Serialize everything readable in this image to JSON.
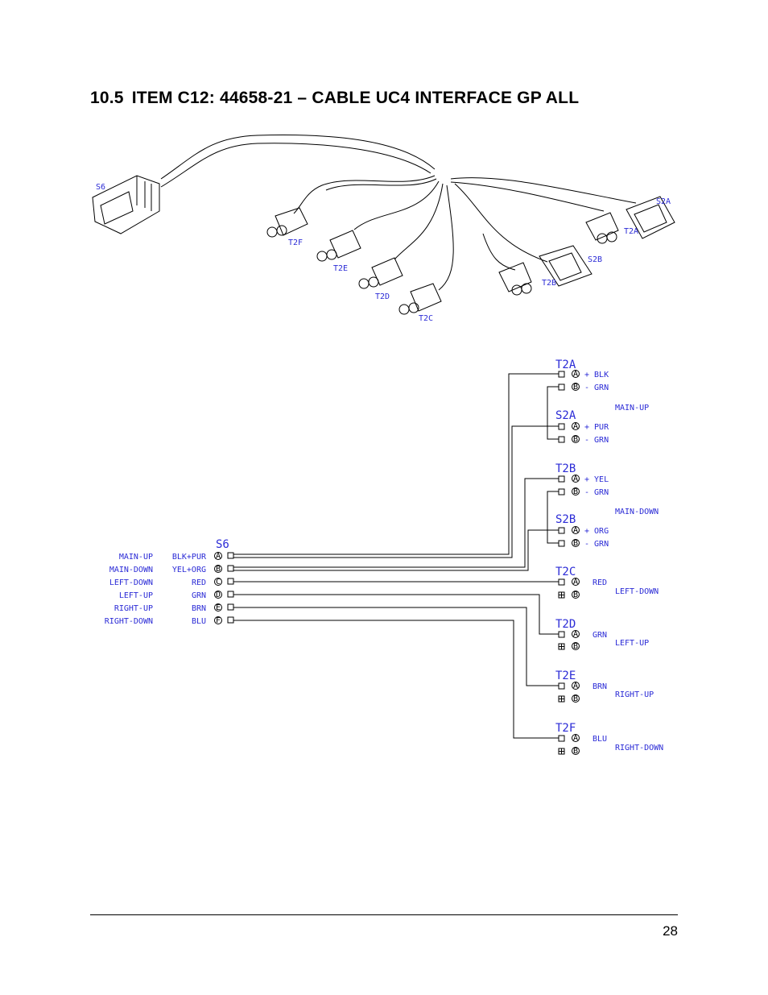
{
  "header": {
    "number": "10.5",
    "title": "ITEM C12: 44658-21 – CABLE UC4 INTERFACE GP ALL"
  },
  "illustration": {
    "labels": [
      "S6",
      "S2A",
      "T2A",
      "S2B",
      "T2B",
      "T2F",
      "T2E",
      "T2D",
      "T2C"
    ]
  },
  "schematic": {
    "main_connector": {
      "name": "S6",
      "pins": [
        {
          "function": "MAIN-UP",
          "color": "BLK+PUR",
          "pin": "A"
        },
        {
          "function": "MAIN-DOWN",
          "color": "YEL+ORG",
          "pin": "B"
        },
        {
          "function": "LEFT-DOWN",
          "color": "RED",
          "pin": "C"
        },
        {
          "function": "LEFT-UP",
          "color": "GRN",
          "pin": "D"
        },
        {
          "function": "RIGHT-UP",
          "color": "BRN",
          "pin": "E"
        },
        {
          "function": "RIGHT-DOWN",
          "color": "BLU",
          "pin": "F"
        }
      ]
    },
    "connectors": [
      {
        "name": "T2A",
        "note": "",
        "pins": [
          {
            "pin": "A",
            "color": "+ BLK"
          },
          {
            "pin": "B",
            "color": "- GRN"
          }
        ]
      },
      {
        "name": "S2A",
        "note": "MAIN-UP",
        "pins": [
          {
            "pin": "A",
            "color": "+ PUR"
          },
          {
            "pin": "B",
            "color": "- GRN"
          }
        ]
      },
      {
        "name": "T2B",
        "note": "",
        "pins": [
          {
            "pin": "A",
            "color": "+ YEL"
          },
          {
            "pin": "B",
            "color": "- GRN"
          }
        ]
      },
      {
        "name": "S2B",
        "note": "MAIN-DOWN",
        "pins": [
          {
            "pin": "A",
            "color": "+ ORG"
          },
          {
            "pin": "B",
            "color": "- GRN"
          }
        ]
      },
      {
        "name": "T2C",
        "note": "LEFT-DOWN",
        "pins": [
          {
            "pin": "A",
            "color": "RED"
          },
          {
            "pin": "B",
            "color": ""
          }
        ]
      },
      {
        "name": "T2D",
        "note": "LEFT-UP",
        "pins": [
          {
            "pin": "A",
            "color": "GRN"
          },
          {
            "pin": "B",
            "color": ""
          }
        ]
      },
      {
        "name": "T2E",
        "note": "RIGHT-UP",
        "pins": [
          {
            "pin": "A",
            "color": "BRN"
          },
          {
            "pin": "B",
            "color": ""
          }
        ]
      },
      {
        "name": "T2F",
        "note": "RIGHT-DOWN",
        "pins": [
          {
            "pin": "A",
            "color": "BLU"
          },
          {
            "pin": "B",
            "color": ""
          }
        ]
      }
    ]
  },
  "footer": {
    "page_number": "28"
  },
  "colors": {
    "label_blue": "#2b2bd6",
    "line": "#000000"
  }
}
